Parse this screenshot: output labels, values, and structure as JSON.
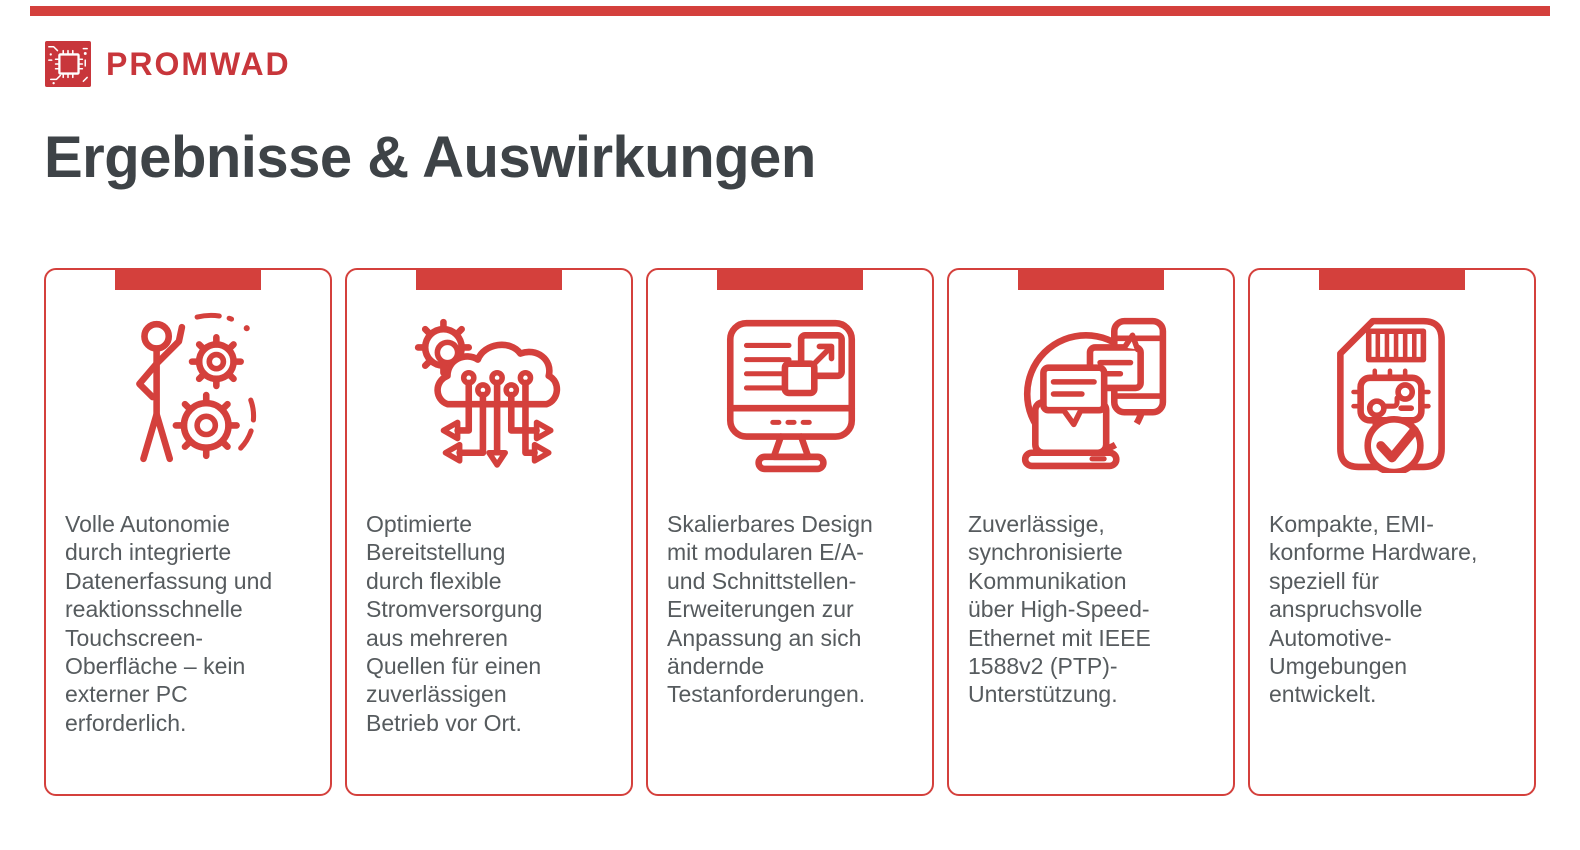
{
  "page": {
    "background": "#ffffff",
    "accent_red": "#d4403c",
    "logo_red": "#c8363b",
    "title_color": "#3e4347",
    "body_text_color": "#565b5e"
  },
  "header": {
    "brand": "PROMWAD",
    "logo_icon": "promwad-chip-logo-icon",
    "title": "Ergebnisse & Auswirkungen"
  },
  "cards": [
    {
      "icon": "person-with-gears-icon",
      "lines": [
        "Volle Autonomie",
        "durch integrierte",
        "Datenerfassung und",
        "reaktionsschnelle",
        "Touchscreen-",
        "Oberfläche – kein",
        "externer PC",
        "erforderlich."
      ]
    },
    {
      "icon": "cloud-power-sources-icon",
      "lines": [
        "Optimierte",
        "Bereitstellung",
        "durch flexible",
        "Stromversorgung",
        "aus mehreren",
        "Quellen für einen",
        "zuverlässigen",
        "Betrieb vor Ort."
      ]
    },
    {
      "icon": "monitor-scalable-design-icon",
      "lines": [
        "Skalierbares Design",
        "mit modularen E/A-",
        "und Schnittstellen-",
        "Erweiterungen zur",
        "Anpassung an sich",
        "ändernde",
        "Testanforderungen."
      ]
    },
    {
      "icon": "devices-sync-communication-icon",
      "lines": [
        "Zuverlässige,",
        "synchronisierte",
        "Kommunikation",
        "über High-Speed-",
        "Ethernet mit IEEE",
        "1588v2 (PTP)-",
        "Unterstützung."
      ]
    },
    {
      "icon": "sd-card-checkmark-icon",
      "lines": [
        "Kompakte, EMI-",
        "konforme Hardware,",
        "speziell für",
        "anspruchsvolle",
        "Automotive-",
        "Umgebungen",
        "entwickelt."
      ]
    }
  ]
}
